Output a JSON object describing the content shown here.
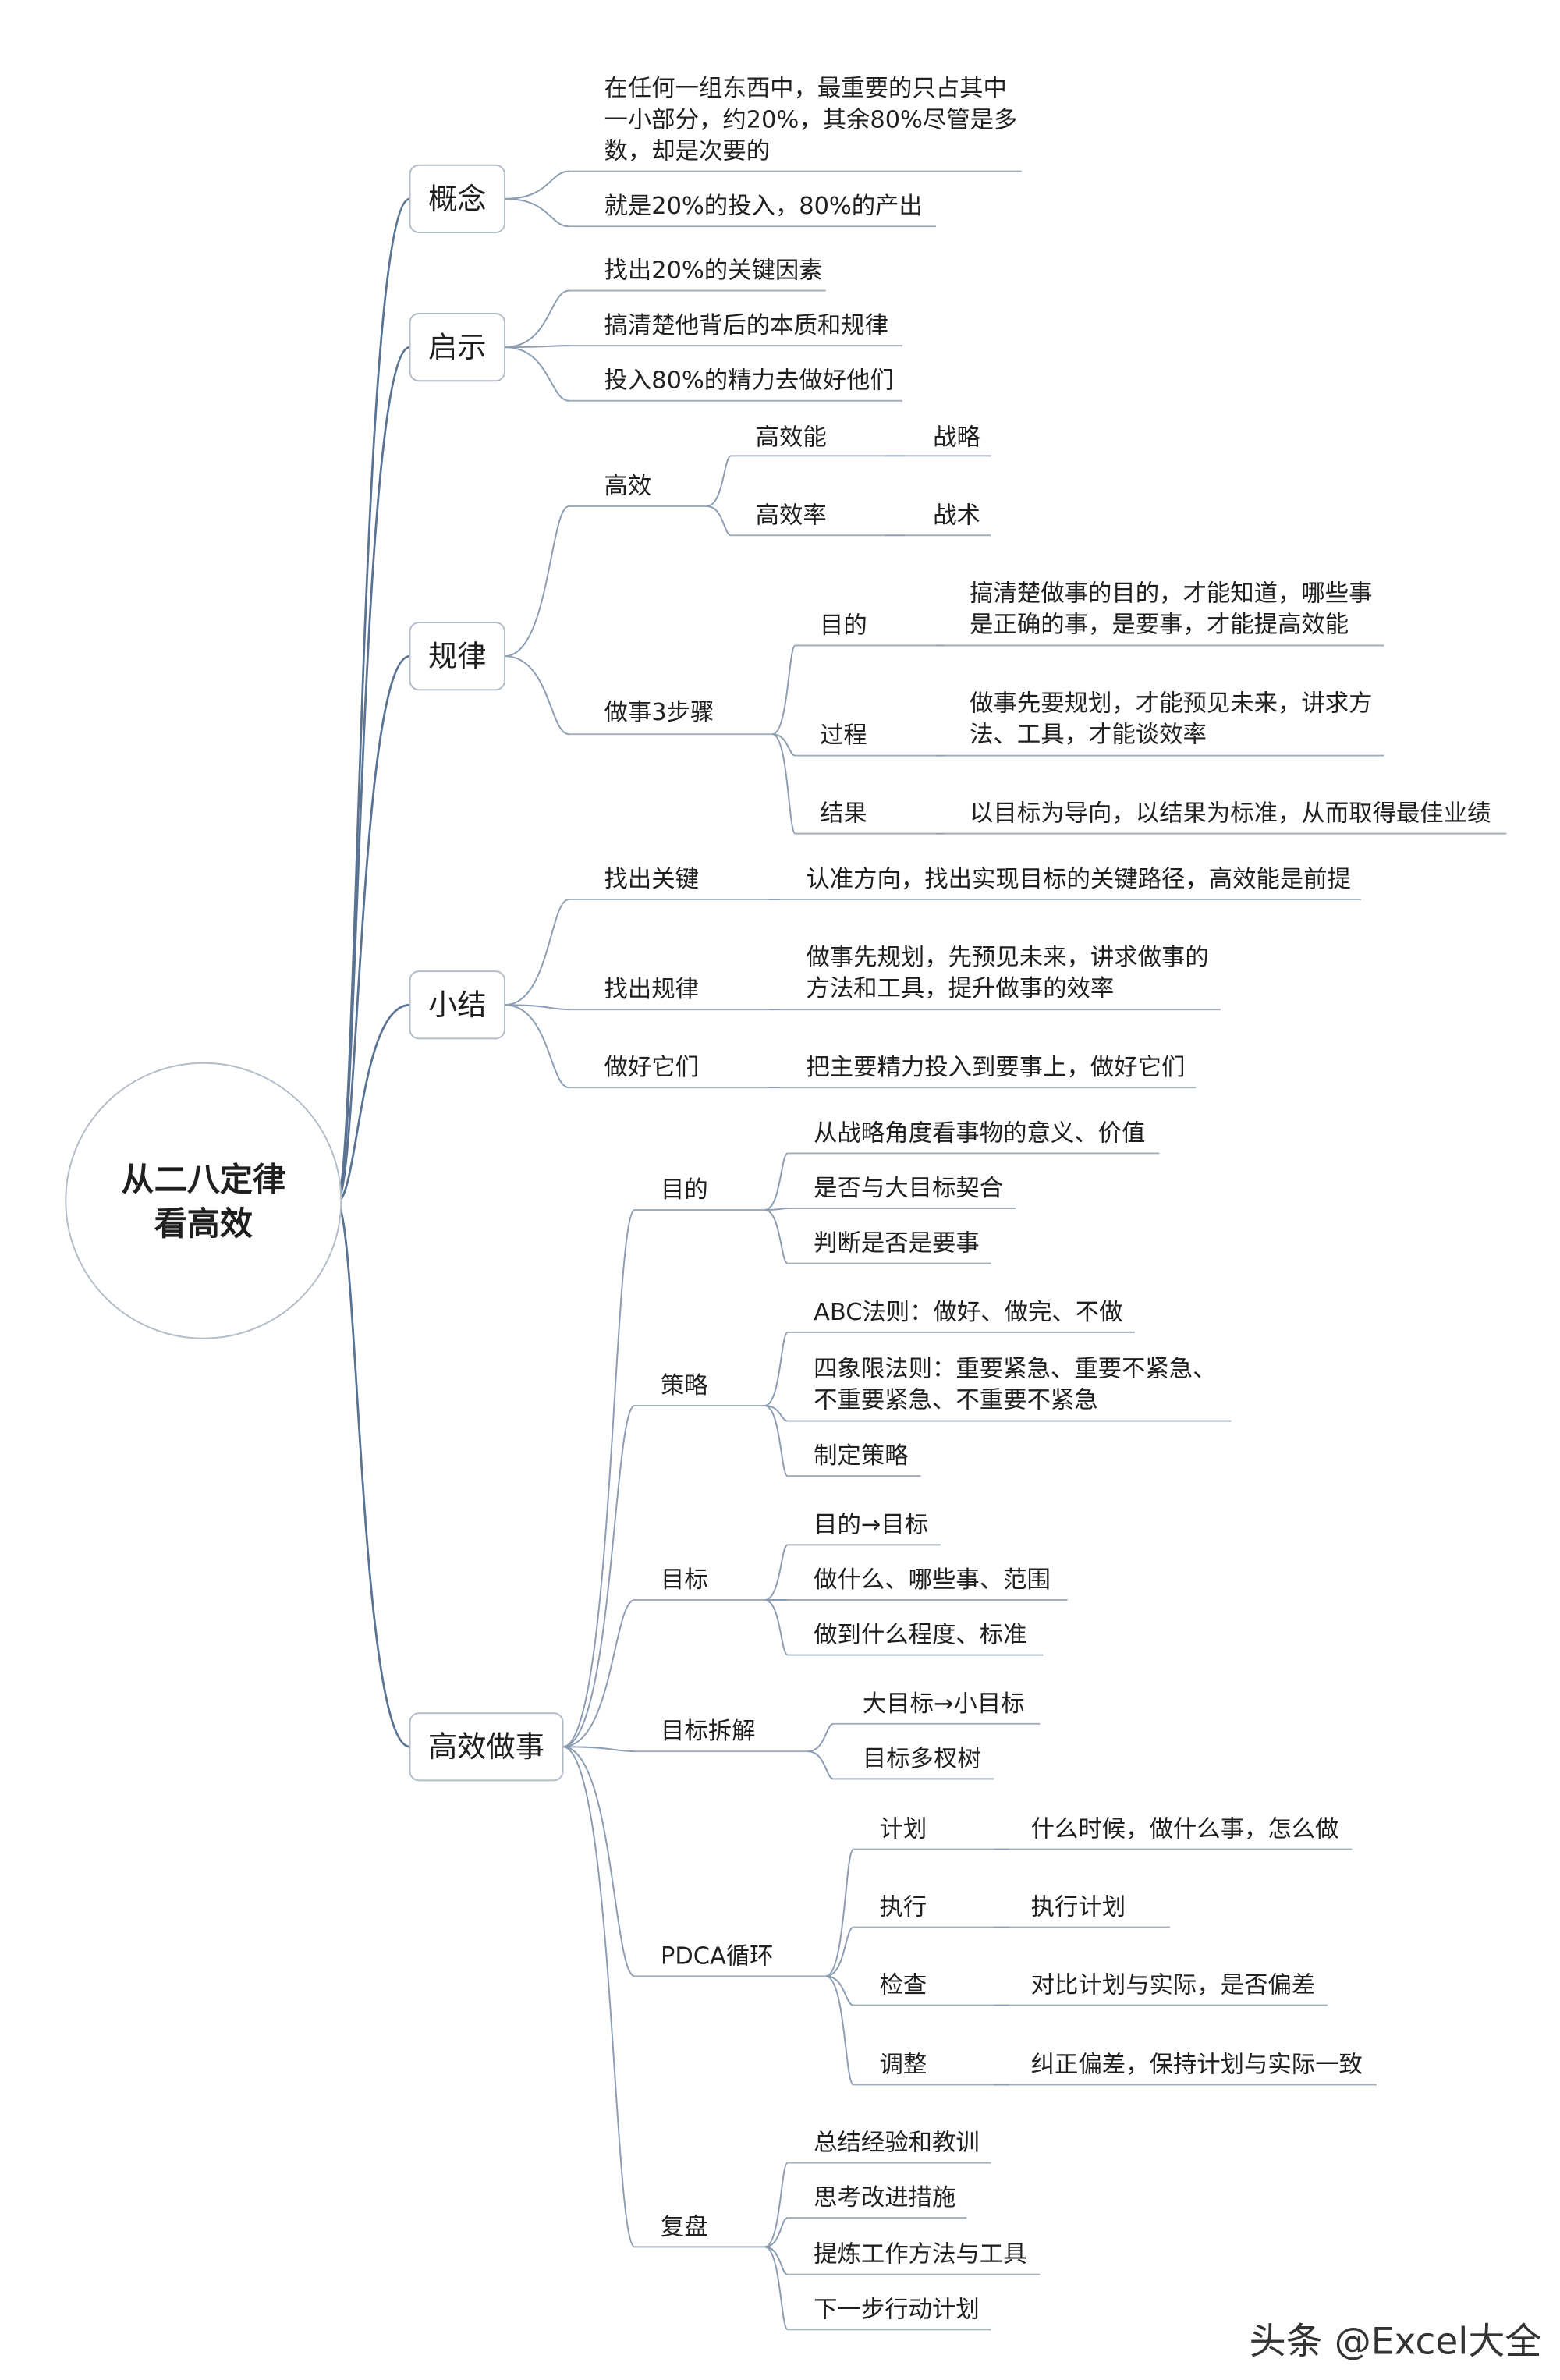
{
  "root": {
    "lines": [
      "从二八定律",
      "看高效"
    ]
  },
  "branches": [
    {
      "label": "概念",
      "children": [
        {
          "lines": [
            "在任何一组东西中，最重要的只占其中",
            "一小部分，约20%，其余80%尽管是多",
            "数，却是次要的"
          ]
        },
        {
          "lines": [
            "就是20%的投入，80%的产出"
          ]
        }
      ]
    },
    {
      "label": "启示",
      "children": [
        {
          "lines": [
            "找出20%的关键因素"
          ]
        },
        {
          "lines": [
            "搞清楚他背后的本质和规律"
          ]
        },
        {
          "lines": [
            "投入80%的精力去做好他们"
          ]
        }
      ]
    },
    {
      "label": "规律",
      "children": [
        {
          "lines": [
            "高效"
          ],
          "children": [
            {
              "lines": [
                "高效能"
              ],
              "children": [
                {
                  "lines": [
                    "战略"
                  ]
                }
              ]
            },
            {
              "lines": [
                "高效率"
              ],
              "children": [
                {
                  "lines": [
                    "战术"
                  ]
                }
              ]
            }
          ]
        },
        {
          "lines": [
            "做事3步骤"
          ],
          "children": [
            {
              "lines": [
                "目的"
              ],
              "children": [
                {
                  "lines": [
                    "搞清楚做事的目的，才能知道，哪些事",
                    "是正确的事，是要事，才能提高效能"
                  ]
                }
              ]
            },
            {
              "lines": [
                "过程"
              ],
              "children": [
                {
                  "lines": [
                    "做事先要规划，才能预见未来，讲求方",
                    "法、工具，才能谈效率"
                  ]
                }
              ]
            },
            {
              "lines": [
                "结果"
              ],
              "children": [
                {
                  "lines": [
                    "以目标为导向，以结果为标准，从而取得最佳业绩"
                  ]
                }
              ]
            }
          ]
        }
      ]
    },
    {
      "label": "小结",
      "children": [
        {
          "lines": [
            "找出关键"
          ],
          "children": [
            {
              "lines": [
                "认准方向，找出实现目标的关键路径，高效能是前提"
              ]
            }
          ]
        },
        {
          "lines": [
            "找出规律"
          ],
          "children": [
            {
              "lines": [
                "做事先规划，先预见未来，讲求做事的",
                "方法和工具，提升做事的效率"
              ]
            }
          ]
        },
        {
          "lines": [
            "做好它们"
          ],
          "children": [
            {
              "lines": [
                "把主要精力投入到要事上，做好它们"
              ]
            }
          ]
        }
      ]
    },
    {
      "label": "高效做事",
      "children": [
        {
          "lines": [
            "目的"
          ],
          "children": [
            {
              "lines": [
                "从战略角度看事物的意义、价值"
              ]
            },
            {
              "lines": [
                "是否与大目标契合"
              ]
            },
            {
              "lines": [
                "判断是否是要事"
              ]
            }
          ]
        },
        {
          "lines": [
            "策略"
          ],
          "children": [
            {
              "lines": [
                "ABC法则：做好、做完、不做"
              ]
            },
            {
              "lines": [
                "四象限法则：重要紧急、重要不紧急、",
                "不重要紧急、不重要不紧急"
              ]
            },
            {
              "lines": [
                "制定策略"
              ]
            }
          ]
        },
        {
          "lines": [
            "目标"
          ],
          "children": [
            {
              "lines": [
                "目的→目标"
              ]
            },
            {
              "lines": [
                "做什么、哪些事、范围"
              ]
            },
            {
              "lines": [
                "做到什么程度、标准"
              ]
            }
          ]
        },
        {
          "lines": [
            "目标拆解"
          ],
          "children": [
            {
              "lines": [
                "大目标→小目标"
              ]
            },
            {
              "lines": [
                "目标多杈树"
              ]
            }
          ]
        },
        {
          "lines": [
            "PDCA循环"
          ],
          "children": [
            {
              "lines": [
                "计划"
              ],
              "children": [
                {
                  "lines": [
                    "什么时候，做什么事，怎么做"
                  ]
                }
              ]
            },
            {
              "lines": [
                "执行"
              ],
              "children": [
                {
                  "lines": [
                    "执行计划"
                  ]
                }
              ]
            },
            {
              "lines": [
                "检查"
              ],
              "children": [
                {
                  "lines": [
                    "对比计划与实际，是否偏差"
                  ]
                }
              ]
            },
            {
              "lines": [
                "调整"
              ],
              "children": [
                {
                  "lines": [
                    "纠正偏差，保持计划与实际一致"
                  ]
                }
              ]
            }
          ]
        },
        {
          "lines": [
            "复盘"
          ],
          "children": [
            {
              "lines": [
                "总结经验和教训"
              ]
            },
            {
              "lines": [
                "思考改进措施"
              ]
            },
            {
              "lines": [
                "提炼工作方法与工具"
              ]
            },
            {
              "lines": [
                "下一步行动计划"
              ]
            }
          ]
        }
      ]
    }
  ],
  "watermark": "头条 @Excel大全"
}
